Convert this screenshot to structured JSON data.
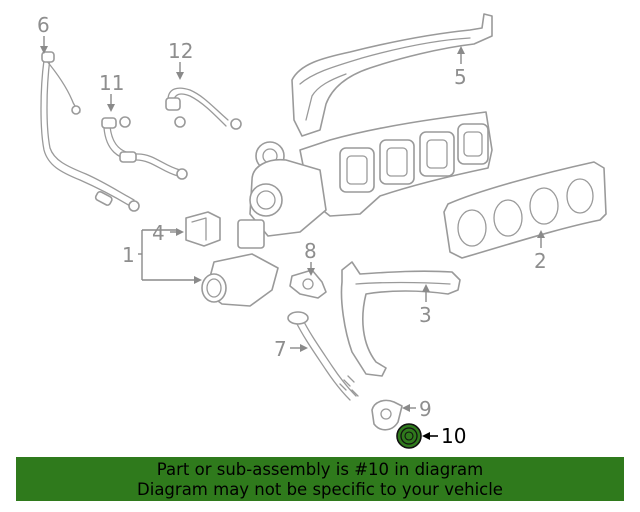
{
  "callouts": {
    "c1": "1",
    "c2": "2",
    "c3": "3",
    "c4": "4",
    "c5": "5",
    "c6": "6",
    "c7": "7",
    "c8": "8",
    "c9": "9",
    "c10": "10",
    "c11": "11",
    "c12": "12"
  },
  "highlight": {
    "part": "10",
    "color": "#2f7a1c"
  },
  "banner": {
    "line1": "Part or sub-assembly is #10 in diagram",
    "line2": "Diagram may not be specific to your vehicle",
    "background": "#2f7a1c"
  }
}
